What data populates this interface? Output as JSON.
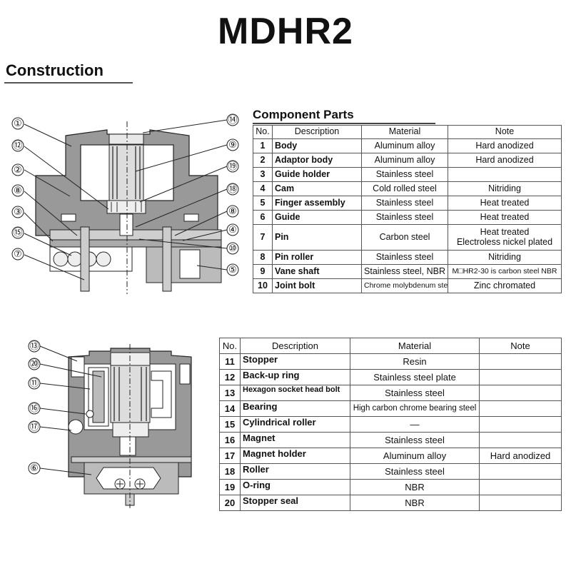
{
  "title": "MDHR2",
  "section_title": "Construction",
  "table_heading": "Component Parts",
  "table_headers": {
    "no": "No.",
    "description": "Description",
    "material": "Material",
    "note": "Note"
  },
  "parts_top": [
    {
      "no": "1",
      "description": "Body",
      "material": "Aluminum alloy",
      "note": [
        "Hard anodized"
      ]
    },
    {
      "no": "2",
      "description": "Adaptor body",
      "material": "Aluminum alloy",
      "note": [
        "Hard anodized"
      ]
    },
    {
      "no": "3",
      "description": "Guide holder",
      "material": "Stainless steel",
      "note": [
        ""
      ]
    },
    {
      "no": "4",
      "description": "Cam",
      "material": "Cold rolled steel",
      "note": [
        "Nitriding"
      ]
    },
    {
      "no": "5",
      "description": "Finger assembly",
      "material": "Stainless steel",
      "note": [
        "Heat treated"
      ]
    },
    {
      "no": "6",
      "description": "Guide",
      "material": "Stainless steel",
      "note": [
        "Heat treated"
      ]
    },
    {
      "no": "7",
      "description": "Pin",
      "material": "Carbon steel",
      "note": [
        "Heat treated",
        "Electroless nickel plated"
      ]
    },
    {
      "no": "8",
      "description": "Pin roller",
      "material": "Stainless steel",
      "note": [
        "Nitriding"
      ]
    },
    {
      "no": "9",
      "description": "Vane shaft",
      "material": "Stainless steel, NBR",
      "note": [
        "M□HR2-30 is carbon steel NBR"
      ]
    },
    {
      "no": "10",
      "description": "Joint bolt",
      "material": "Chrome molybdenum steel",
      "note": [
        "Zinc chromated"
      ]
    }
  ],
  "parts_bottom": [
    {
      "no": "11",
      "description": "Stopper",
      "material": "Resin",
      "note": ""
    },
    {
      "no": "12",
      "description": "Back-up ring",
      "material": "Stainless steel plate",
      "note": ""
    },
    {
      "no": "13",
      "description": "Hexagon socket head bolt",
      "material": "Stainless steel",
      "note": ""
    },
    {
      "no": "14",
      "description": "Bearing",
      "material": "High carbon chrome bearing steel",
      "note": ""
    },
    {
      "no": "15",
      "description": "Cylindrical roller",
      "material": "—",
      "note": ""
    },
    {
      "no": "16",
      "description": "Magnet",
      "material": "Stainless steel",
      "note": ""
    },
    {
      "no": "17",
      "description": "Magnet holder",
      "material": "Aluminum alloy",
      "note": "Hard anodized"
    },
    {
      "no": "18",
      "description": "Roller",
      "material": "Stainless steel",
      "note": ""
    },
    {
      "no": "19",
      "description": "O-ring",
      "material": "NBR",
      "note": ""
    },
    {
      "no": "20",
      "description": "Stopper seal",
      "material": "NBR",
      "note": ""
    }
  ],
  "diagram_top_labels": [
    "①",
    "⑭",
    "⑫",
    "⑨",
    "②",
    "⑲",
    "⑧",
    "⑱",
    "③",
    "⑧",
    "④",
    "⑮",
    "⑩",
    "⑦",
    "⑤"
  ],
  "diagram_bottom_labels": [
    "⑬",
    "⑳",
    "⑪",
    "⑯",
    "⑰",
    "⑥"
  ]
}
